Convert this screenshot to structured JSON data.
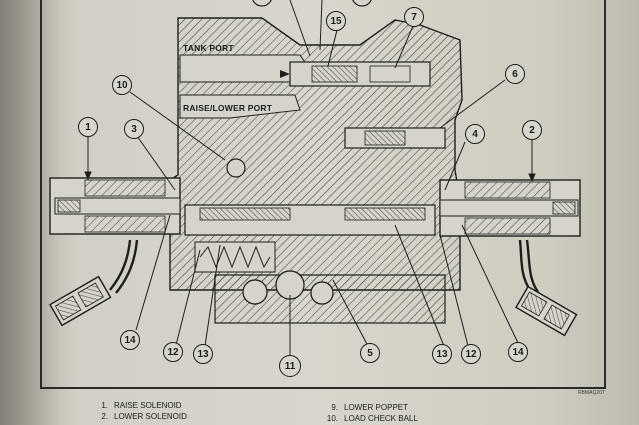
{
  "diagram": {
    "port_labels": {
      "tank_port": "TANK PORT",
      "raise_lower_port": "RAISE/LOWER PORT"
    },
    "callouts": [
      "1",
      "2",
      "3",
      "4",
      "5",
      "6",
      "7",
      "10",
      "11",
      "12",
      "12",
      "13",
      "13",
      "14",
      "14",
      "15"
    ],
    "figure_code": "RBMAQ207"
  },
  "legend": {
    "left": [
      {
        "num": "1.",
        "label": "RAISE SOLENOID"
      },
      {
        "num": "2.",
        "label": "LOWER SOLENOID"
      }
    ],
    "right": [
      {
        "num": "9.",
        "label": "LOWER POPPET"
      },
      {
        "num": "10.",
        "label": "LOAD CHECK BALL"
      }
    ]
  }
}
